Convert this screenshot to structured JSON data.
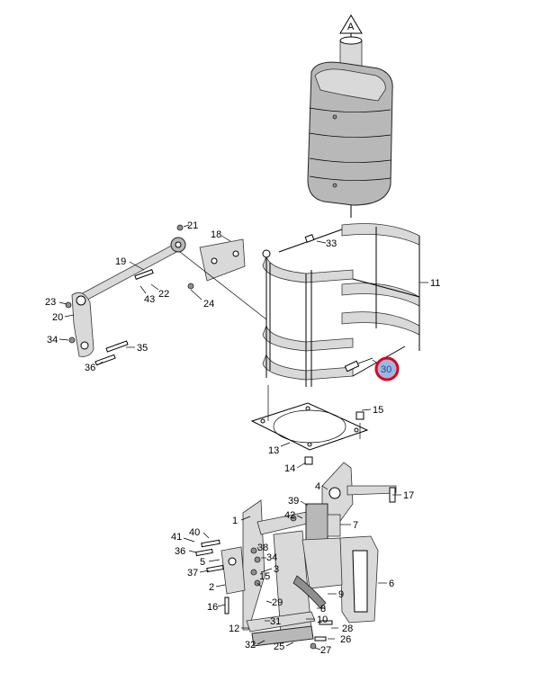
{
  "diagram": {
    "view_marker": "A",
    "highlighted_part": "30",
    "highlight_color": "#e0001b",
    "highlight_fill": "#9ab8e0",
    "parts": [
      {
        "id": "p1",
        "label": "1"
      },
      {
        "id": "p2",
        "label": "2"
      },
      {
        "id": "p3",
        "label": "3"
      },
      {
        "id": "p4",
        "label": "4"
      },
      {
        "id": "p5",
        "label": "5"
      },
      {
        "id": "p6",
        "label": "6"
      },
      {
        "id": "p7",
        "label": "7"
      },
      {
        "id": "p8",
        "label": "8"
      },
      {
        "id": "p9",
        "label": "9"
      },
      {
        "id": "p10",
        "label": "10"
      },
      {
        "id": "p11",
        "label": "11"
      },
      {
        "id": "p12",
        "label": "12"
      },
      {
        "id": "p13",
        "label": "13"
      },
      {
        "id": "p14",
        "label": "14"
      },
      {
        "id": "p15a",
        "label": "15"
      },
      {
        "id": "p15b",
        "label": "15"
      },
      {
        "id": "p16",
        "label": "16"
      },
      {
        "id": "p17",
        "label": "17"
      },
      {
        "id": "p18",
        "label": "18"
      },
      {
        "id": "p19",
        "label": "19"
      },
      {
        "id": "p20",
        "label": "20"
      },
      {
        "id": "p21",
        "label": "21"
      },
      {
        "id": "p22",
        "label": "22"
      },
      {
        "id": "p23",
        "label": "23"
      },
      {
        "id": "p24",
        "label": "24"
      },
      {
        "id": "p25",
        "label": "25"
      },
      {
        "id": "p26",
        "label": "26"
      },
      {
        "id": "p27",
        "label": "27"
      },
      {
        "id": "p28",
        "label": "28"
      },
      {
        "id": "p29",
        "label": "29"
      },
      {
        "id": "p31",
        "label": "31"
      },
      {
        "id": "p32",
        "label": "32"
      },
      {
        "id": "p33",
        "label": "33"
      },
      {
        "id": "p34a",
        "label": "34"
      },
      {
        "id": "p34b",
        "label": "34"
      },
      {
        "id": "p35",
        "label": "35"
      },
      {
        "id": "p36a",
        "label": "36"
      },
      {
        "id": "p36b",
        "label": "36"
      },
      {
        "id": "p37",
        "label": "37"
      },
      {
        "id": "p38",
        "label": "38"
      },
      {
        "id": "p39",
        "label": "39"
      },
      {
        "id": "p40",
        "label": "40"
      },
      {
        "id": "p41",
        "label": "41"
      },
      {
        "id": "p42",
        "label": "42"
      },
      {
        "id": "p43",
        "label": "43"
      }
    ]
  }
}
